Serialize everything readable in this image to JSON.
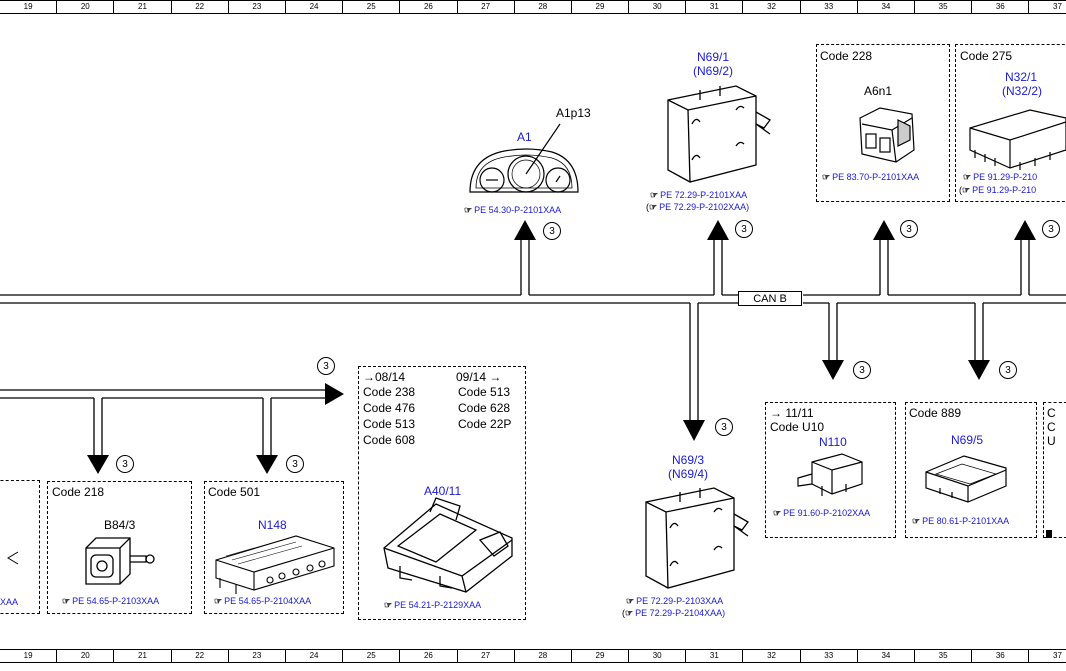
{
  "ruler": [
    "19",
    "20",
    "21",
    "22",
    "23",
    "24",
    "25",
    "26",
    "27",
    "28",
    "29",
    "30",
    "31",
    "32",
    "33",
    "34",
    "35",
    "36",
    "37"
  ],
  "bus_label": "CAN B",
  "circle_label": "3",
  "components": {
    "a1": {
      "name": "A1",
      "sub": "A1p13",
      "refs": [
        "PE 54.30-P-2101XAA"
      ]
    },
    "n69_1": {
      "name": "N69/1",
      "alt": "(N69/2)",
      "refs": [
        "PE 72.29-P-2101XAA",
        "PE 72.29-P-2102XAA)"
      ]
    },
    "a6n1": {
      "code": "Code 228",
      "name": "A6n1",
      "refs": [
        "PE 83.70-P-2101XAA"
      ]
    },
    "n32_1": {
      "code": "Code 275",
      "name": "N32/1",
      "alt": "(N32/2)",
      "refs": [
        "PE 91.29-P-210",
        "PE 91.29-P-210"
      ]
    },
    "b84_3": {
      "code": "Code 218",
      "name": "B84/3",
      "refs": [
        "PE 54.65-P-2103XAA"
      ]
    },
    "n148": {
      "code": "Code 501",
      "name": "N148",
      "refs": [
        "PE 54.65-P-2104XAA"
      ]
    },
    "a40_11": {
      "col1": [
        "→08/14",
        "Code 238",
        "Code 476",
        "Code 513",
        "Code 608"
      ],
      "col2": [
        "09/14 →",
        "Code 513",
        "Code 628",
        "Code 22P"
      ],
      "name": "A40/11",
      "refs": [
        "PE 54.21-P-2129XAA"
      ]
    },
    "n69_3": {
      "name": "N69/3",
      "alt": "(N69/4)",
      "refs": [
        "PE 72.29-P-2103XAA",
        "PE 72.29-P-2104XAA)"
      ]
    },
    "n110": {
      "date": "→ 11/11",
      "code": "Code U10",
      "name": "N110",
      "refs": [
        "PE 91.60-P-2102XAA"
      ]
    },
    "n69_5": {
      "code": "Code 889",
      "name": "N69/5",
      "refs": [
        "PE 80.61-P-2101XAA"
      ]
    },
    "left_edge": {
      "ref": "XAA",
      "glyph": "⊲"
    },
    "right_edge": {
      "lines": [
        "C",
        "C",
        "U"
      ]
    }
  }
}
